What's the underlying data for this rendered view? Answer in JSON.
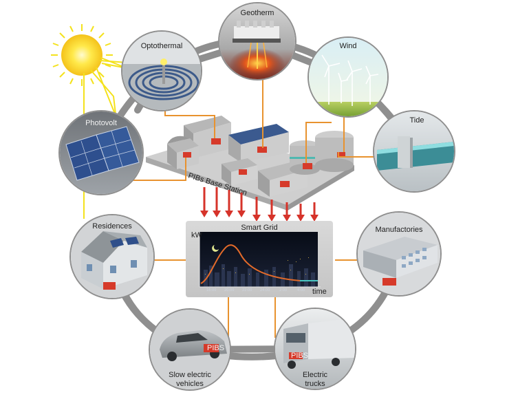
{
  "nodes": {
    "geotherm": "Geotherm",
    "optothermal": "Optothermal",
    "wind": "Wind",
    "photovolt": "Photovolt",
    "tide": "Tide",
    "residences": "Residences",
    "manufactories": "Manufactories",
    "slow_ev_line1": "Slow electric",
    "slow_ev_line2": "vehicles",
    "trucks_line1": "Electric",
    "trucks_line2": "trucks"
  },
  "base_station": "PIBs Base Station",
  "smart_grid": {
    "title": "Smart Grid",
    "y_label": "kW",
    "x_label": "time",
    "ticks": [
      "16:00",
      "20:00",
      "22:00",
      "24:00",
      "2:00",
      "4:00"
    ]
  },
  "pib_tag": "PIBS",
  "colors": {
    "ring": "#8f8f8f",
    "link": "#e8922e",
    "sun_ray": "#f4e21c",
    "arrow": "#d6332a",
    "battery": "#d63a2a",
    "curve": "#e46b2a",
    "curve_tail": "#49c6c2"
  }
}
